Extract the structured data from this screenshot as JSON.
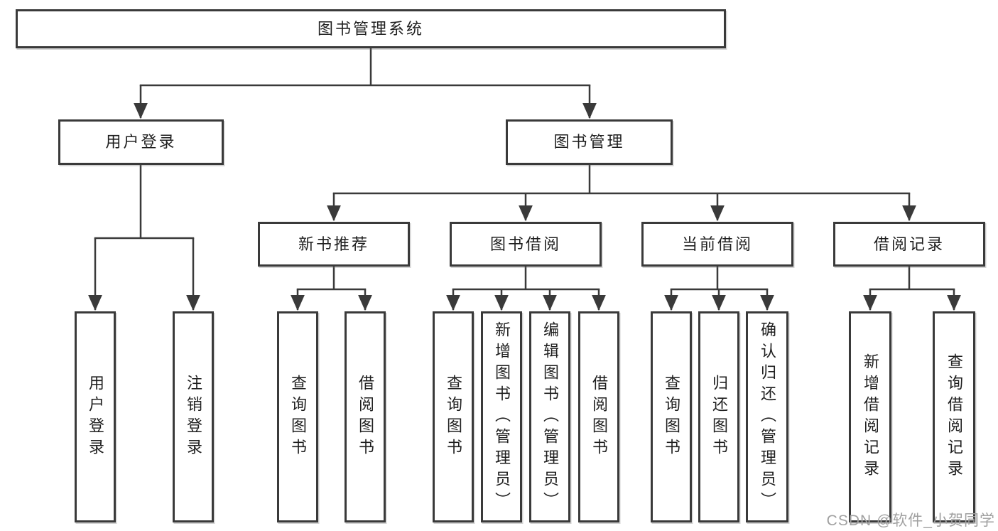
{
  "diagram": {
    "watermark": "CSDN @软件_小贺同学",
    "colors": {
      "line": "#3a3a3a",
      "border": "#3a3a3a",
      "text": "#1f1f1f",
      "background": "#ffffff",
      "watermark": "#a0a0a0"
    },
    "tree": {
      "root": {
        "label": "图书管理系统"
      },
      "children": [
        {
          "label": "用户登录",
          "children": [
            {
              "label": "用户登录"
            },
            {
              "label": "注销登录"
            }
          ]
        },
        {
          "label": "图书管理",
          "children": [
            {
              "label": "新书推荐",
              "children": [
                {
                  "label": "查询图书"
                },
                {
                  "label": "借阅图书"
                }
              ]
            },
            {
              "label": "图书借阅",
              "children": [
                {
                  "label": "查询图书"
                },
                {
                  "label": "新增图书（管理员）"
                },
                {
                  "label": "编辑图书（管理员）"
                },
                {
                  "label": "借阅图书"
                }
              ]
            },
            {
              "label": "当前借阅",
              "children": [
                {
                  "label": "查询图书"
                },
                {
                  "label": "归还图书"
                },
                {
                  "label": "确认归还（管理员）"
                }
              ]
            },
            {
              "label": "借阅记录",
              "children": [
                {
                  "label": "新增借阅记录"
                },
                {
                  "label": "查询借阅记录"
                }
              ]
            }
          ]
        }
      ]
    }
  }
}
